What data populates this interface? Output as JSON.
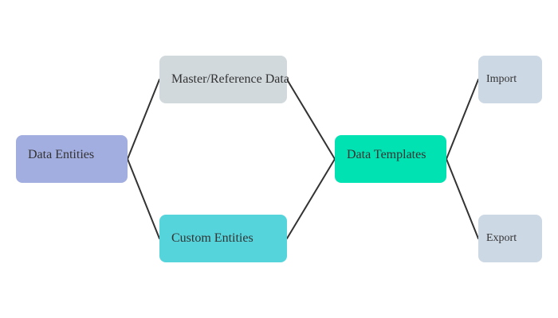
{
  "nodes": {
    "data_entities": {
      "label": "Data Entities",
      "color": "#a3aee0"
    },
    "master_reference_data": {
      "label": "Master/Reference Data",
      "color": "#d1d9dc"
    },
    "custom_entities": {
      "label": "Custom Entities",
      "color": "#55d4dc"
    },
    "data_templates": {
      "label": "Data Templates",
      "color": "#00e2b2"
    },
    "import": {
      "label": "Import",
      "color": "#cdd8e5"
    },
    "export": {
      "label": "Export",
      "color": "#cdd8e5"
    }
  },
  "edges": [
    {
      "from": "data_entities",
      "to": "master_reference_data"
    },
    {
      "from": "data_entities",
      "to": "custom_entities"
    },
    {
      "from": "master_reference_data",
      "to": "data_templates"
    },
    {
      "from": "custom_entities",
      "to": "data_templates"
    },
    {
      "from": "data_templates",
      "to": "import"
    },
    {
      "from": "data_templates",
      "to": "export"
    }
  ],
  "connector_color": "#333333"
}
